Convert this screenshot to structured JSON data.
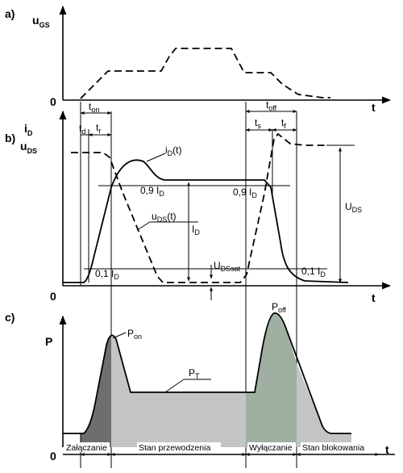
{
  "panels": {
    "a": {
      "tag": "a)",
      "ylabel_main": "u",
      "ylabel_sub": "GS",
      "origin": "0",
      "xlabel": "t"
    },
    "b": {
      "tag": "b)",
      "ylabel1_main": "i",
      "ylabel1_sub": "D",
      "ylabel2_main": "u",
      "ylabel2_sub": "DS",
      "origin": "0",
      "xlabel": "t"
    },
    "c": {
      "tag": "c)",
      "ylabel": "P",
      "origin": "0",
      "xlabel": "t"
    }
  },
  "timing": {
    "ton_main": "t",
    "ton_sub": "on",
    "td_main": "t",
    "td_sub": "d",
    "tr_main": "t",
    "tr_sub": "r",
    "toff_main": "t",
    "toff_sub": "off",
    "ts_main": "t",
    "ts_sub": "s",
    "tf_main": "t",
    "tf_sub": "f"
  },
  "annotations": {
    "id_main": "i",
    "id_sub": "D",
    "id_rest": "(t)",
    "uds_main": "u",
    "uds_sub": "DS",
    "uds_rest": "(t)",
    "left09_main": "0,9 I",
    "left09_sub": "D",
    "right09_main": "0,9 I",
    "right09_sub": "D",
    "left01_main": "0,1 I",
    "left01_sub": "D",
    "right01_main": "0,1 I",
    "right01_sub": "D",
    "ID_main": "I",
    "ID_sub": "D",
    "UDS_main": "U",
    "UDS_sub": "DS",
    "UDSsat_main": "U",
    "UDSsat_sub": "DSsat",
    "pon_main": "P",
    "pon_sub": "on",
    "poff_main": "P",
    "poff_sub": "off",
    "pt_main": "P",
    "pt_sub": "T"
  },
  "phases": {
    "turn_on": "Załączanie",
    "conduction": "Stan przewodzenia",
    "turn_off": "Wyłączanie",
    "blocking": "Stan blokowania"
  },
  "colors": {
    "turn_on_fill": "#6e6e6e",
    "conduction_fill": "#c4c4c4",
    "turn_off_fill": "#9fb0a2",
    "blocking_fill": "#c4c4c4"
  }
}
